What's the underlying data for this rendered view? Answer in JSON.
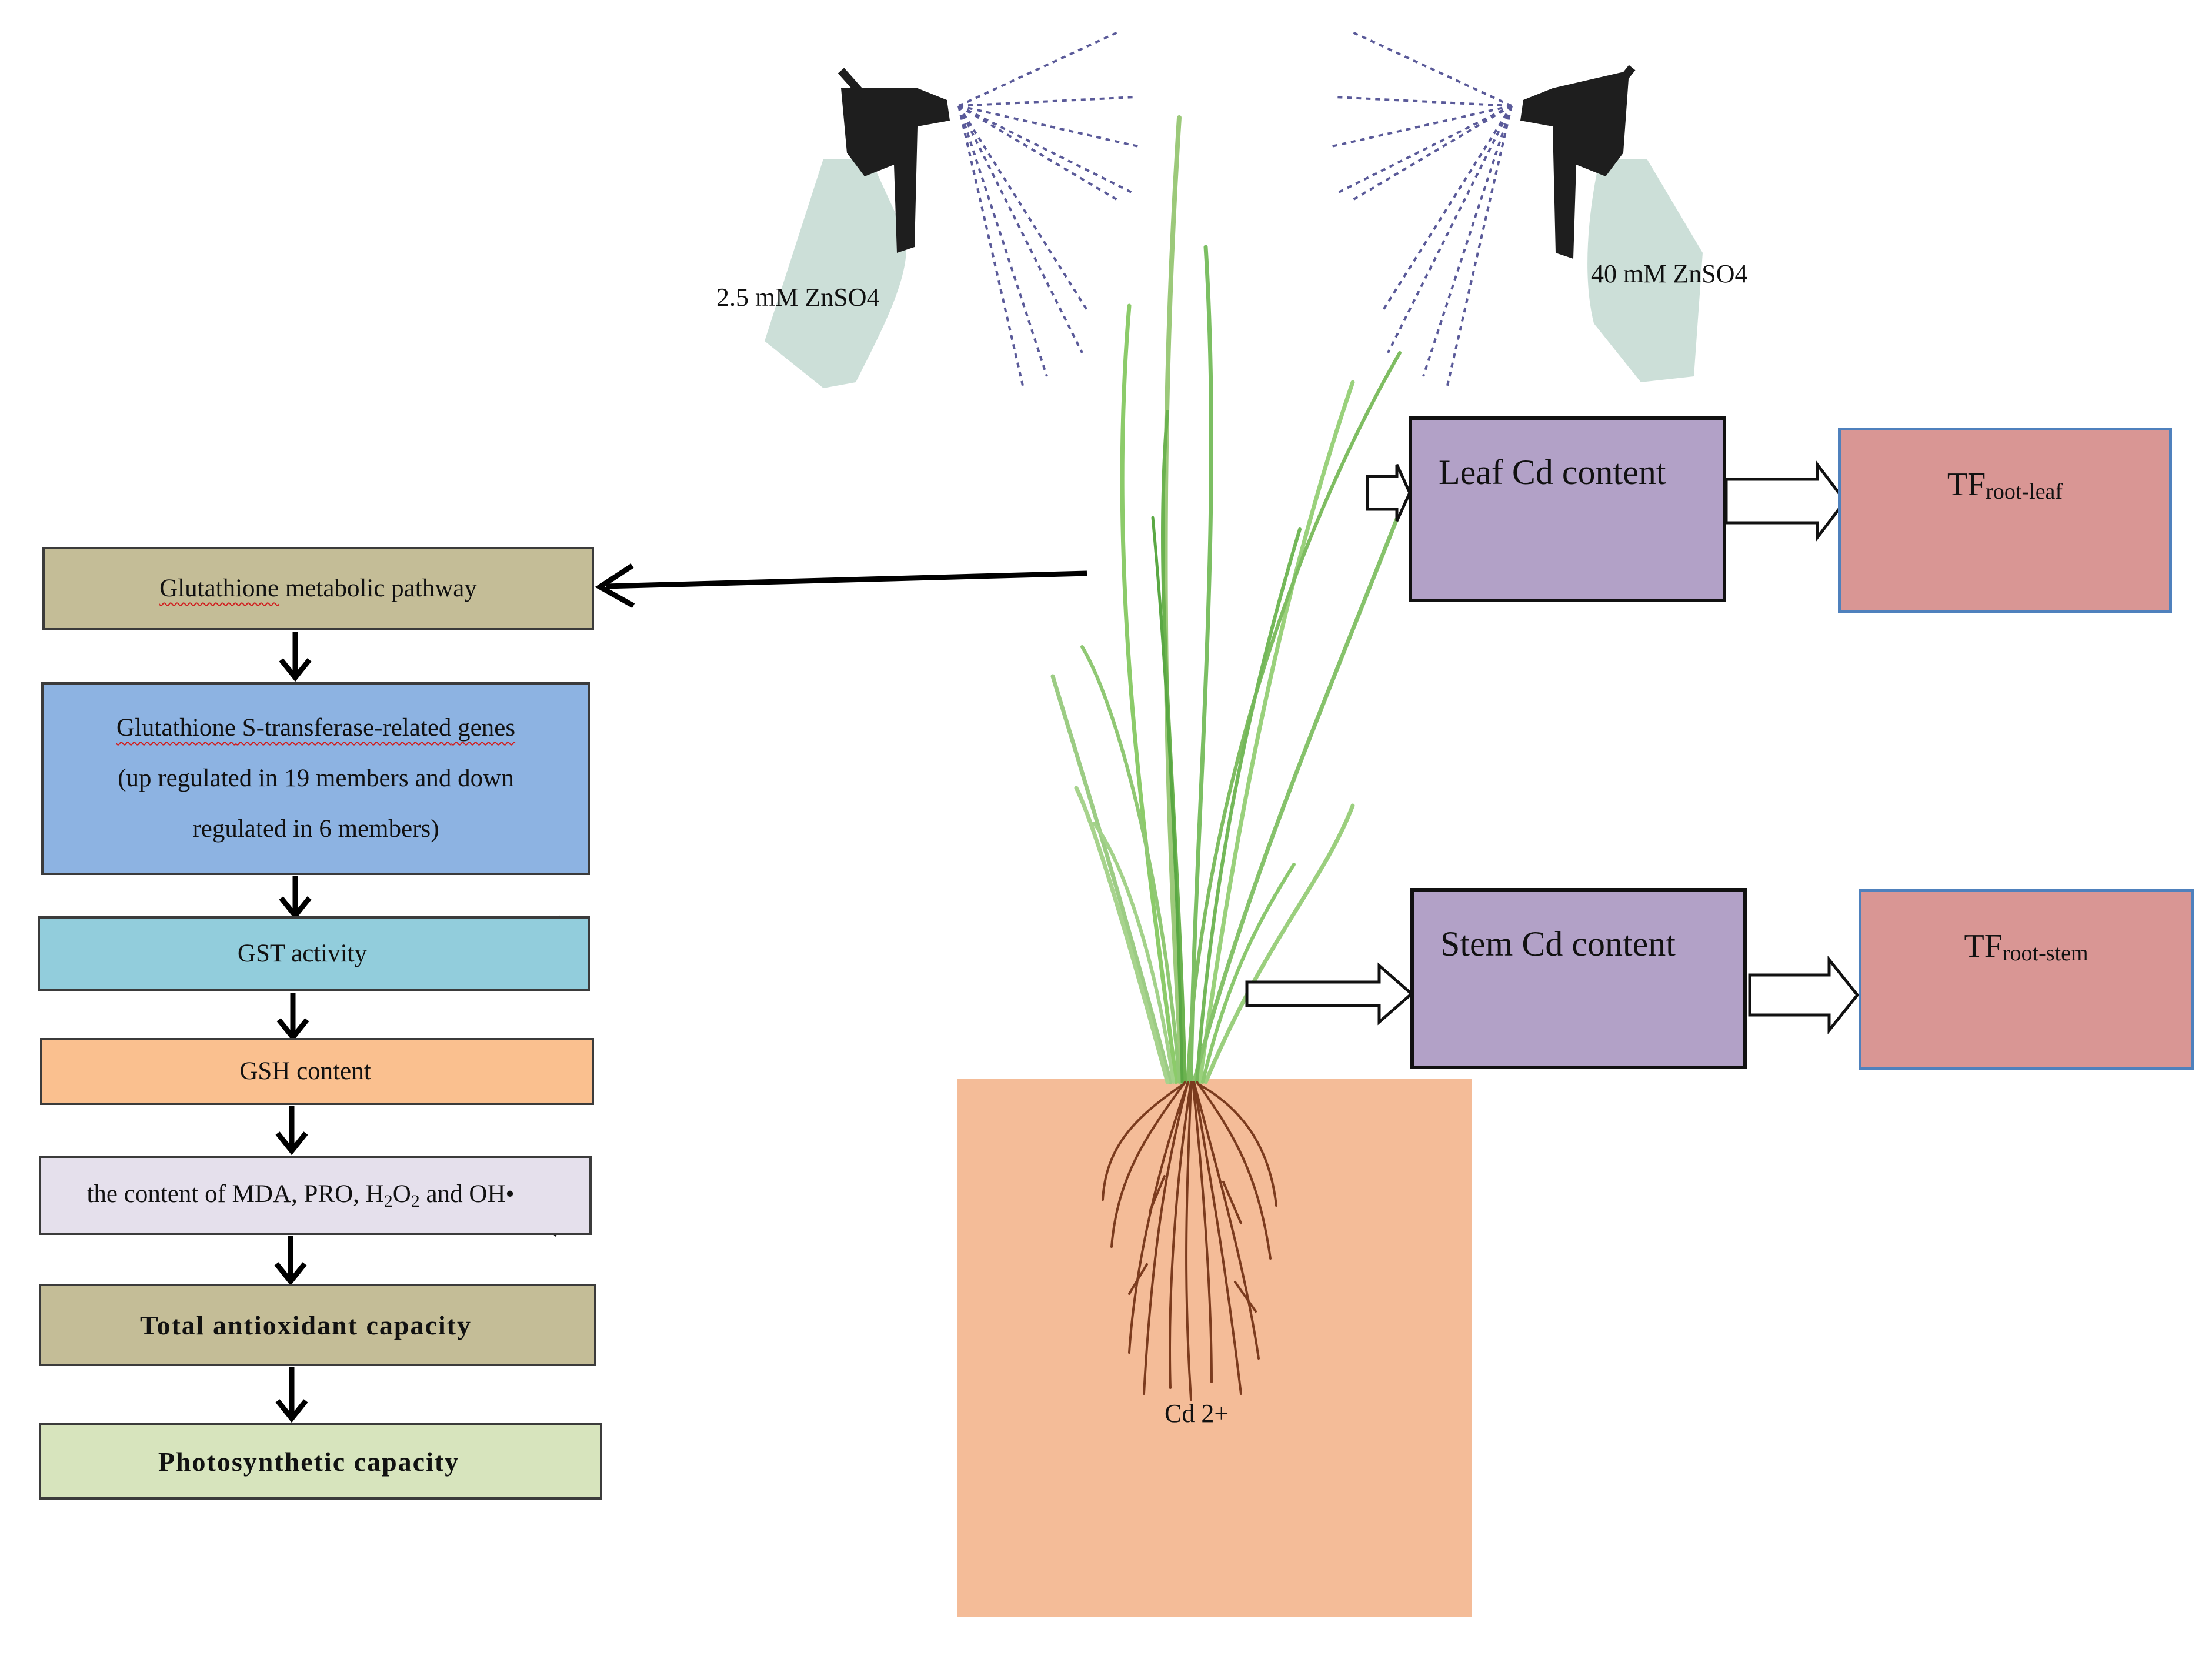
{
  "sprayers": {
    "left_label": "2.5 mM ZnSO4",
    "right_label": "40 mM ZnSO4"
  },
  "soil": {
    "label": "Cd 2+"
  },
  "flow": {
    "glutathione_pathway": "Glutathione metabolic pathway",
    "gst_genes_line1_a": "Glutathione",
    "gst_genes_line1_b": " S-transferase-related",
    "gst_genes_line1_c": " genes",
    "gst_genes_line2": "(up regulated in 19 members and down",
    "gst_genes_line3": "regulated in 6 members)",
    "gst_activity": "GST activity",
    "gsh_content": "GSH content",
    "ros_prefix": "the content of MDA, PRO, H",
    "ros_sub1": "2",
    "ros_mid": "O",
    "ros_sub2": "2",
    "ros_suffix": " and OH•",
    "antioxidant": "Total antioxidant capacity",
    "photosynthetic": "Photosynthetic capacity"
  },
  "right": {
    "leaf_cd": "Leaf Cd content",
    "stem_cd": "Stem Cd content",
    "tf_leaf_main": "TF",
    "tf_leaf_sub": "root-leaf",
    "tf_stem_main": "TF",
    "tf_stem_sub": "root-stem"
  },
  "colors": {
    "khaki": "#c4bd97",
    "blue": "#8db3e2",
    "teal": "#92cddc",
    "orange": "#fac08f",
    "lavender": "#e5e0ec",
    "green": "#d7e4bd",
    "purple": "#b2a1c7",
    "rose": "#d99694",
    "soil": "#f4bc98"
  }
}
